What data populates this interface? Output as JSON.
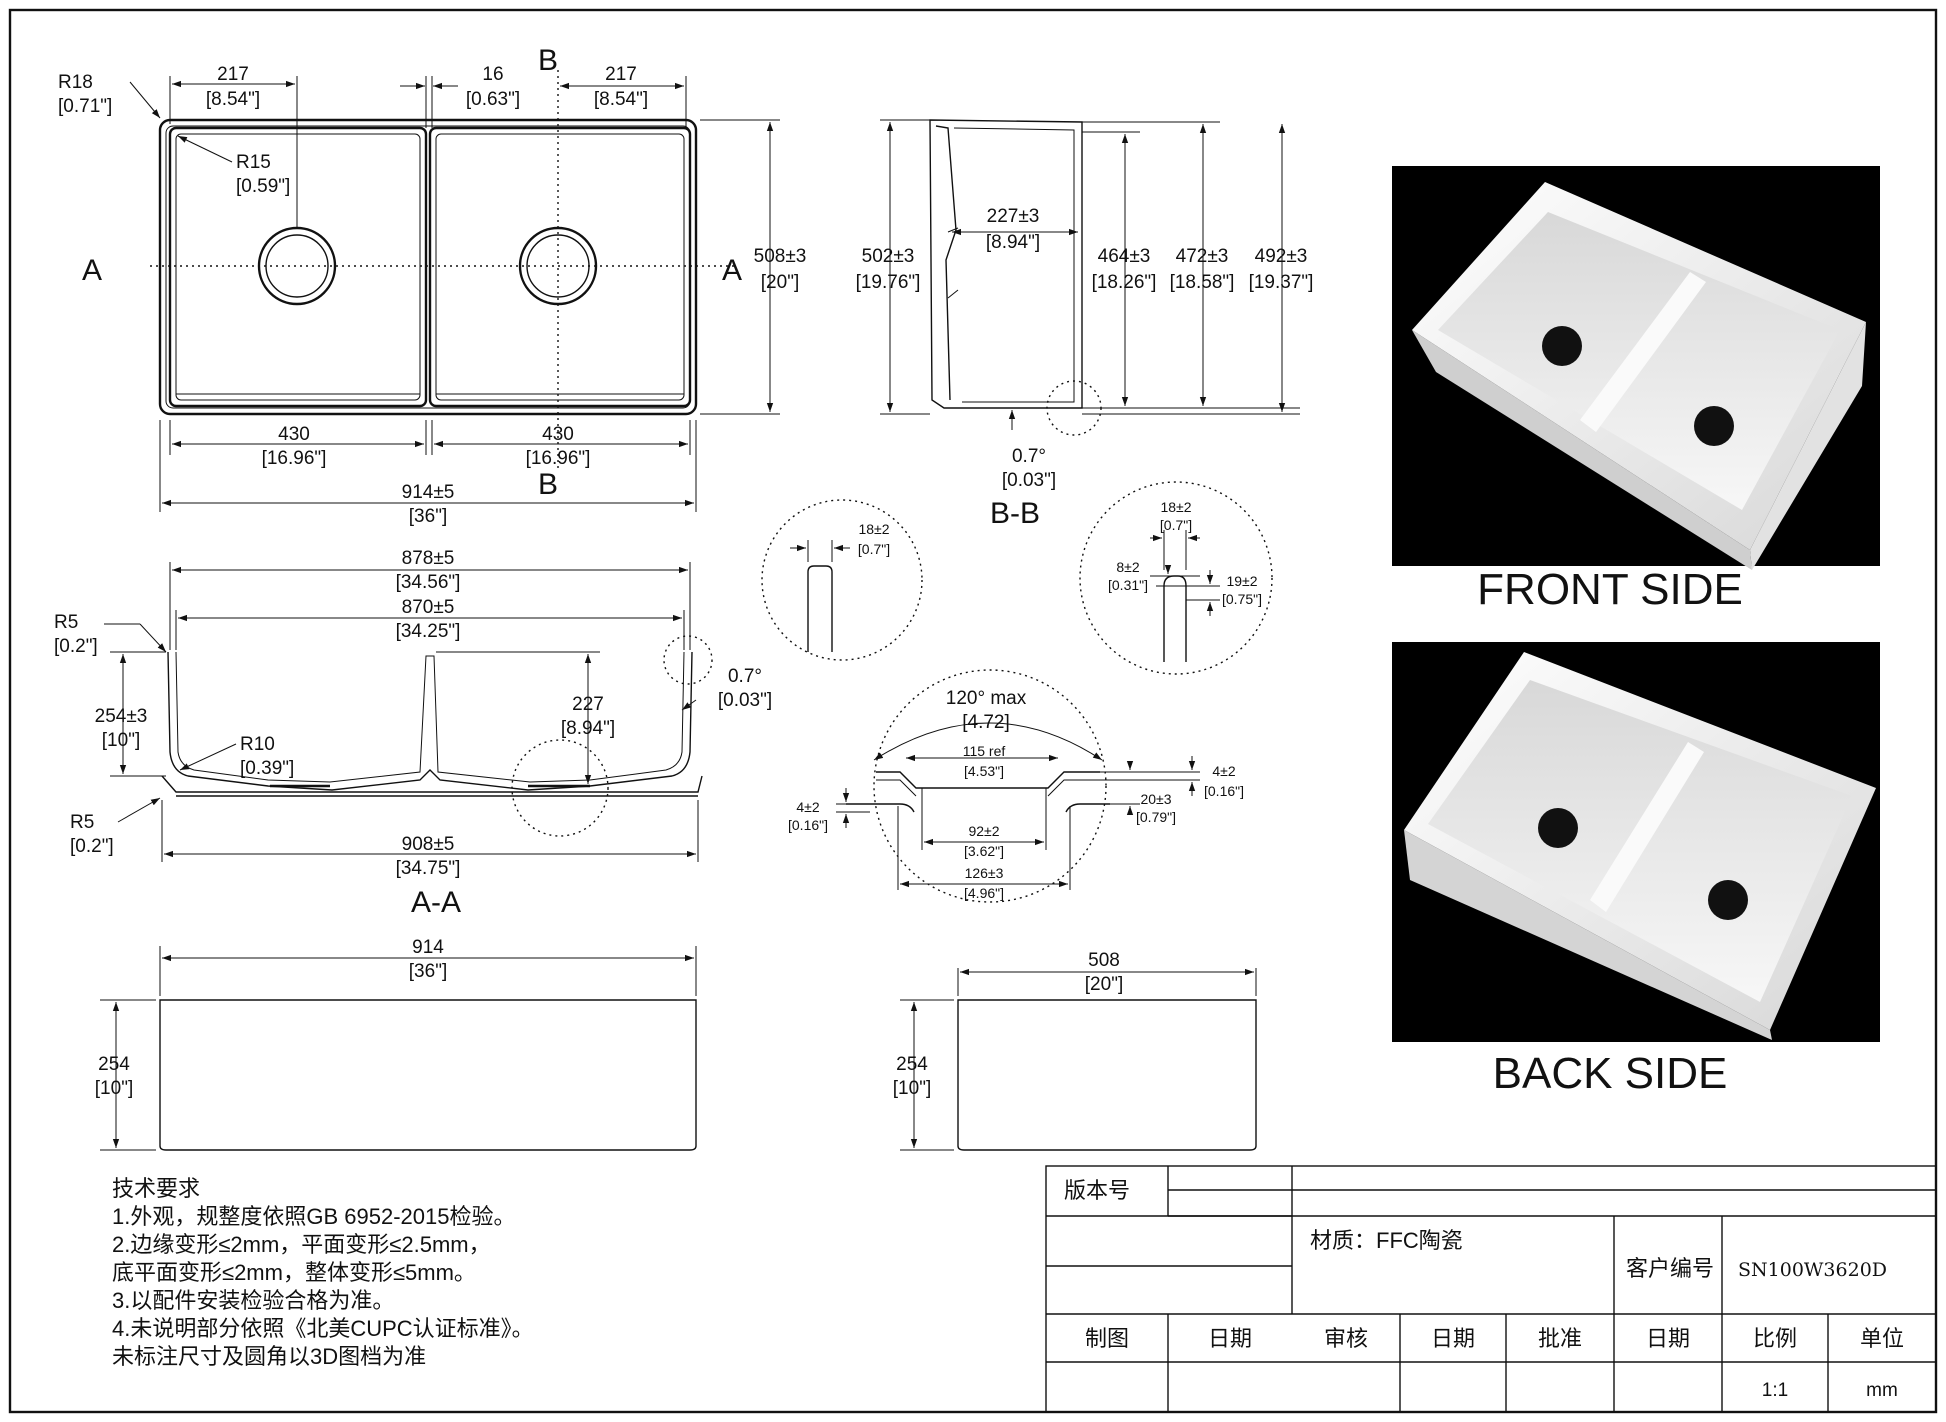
{
  "plan_view": {
    "corner_radius_outer": "R18",
    "corner_radius_outer_in": "[0.71\"]",
    "corner_radius_inner": "R15",
    "corner_radius_inner_in": "[0.59\"]",
    "bowl_width_left": "217",
    "bowl_width_left_in": "[8.54\"]",
    "divider": "16",
    "divider_in": "[0.63\"]",
    "bowl_width_right": "217",
    "bowl_width_right_in": "[8.54\"]",
    "section_b": "B",
    "section_a": "A",
    "depth": "508±3",
    "depth_in": "[20\"]",
    "bowl_left": "430",
    "bowl_left_in": "[16.96\"]",
    "bowl_right": "430",
    "bowl_right_in": "[16.96\"]",
    "overall": "914±5",
    "overall_in": "[36\"]"
  },
  "section_bb": {
    "title": "B-B",
    "d502": "502±3",
    "d502_in": "[19.76\"]",
    "d227": "227±3",
    "d227_in": "[8.94\"]",
    "d464": "464±3",
    "d464_in": "[18.26\"]",
    "d472": "472±3",
    "d472_in": "[18.58\"]",
    "d492": "492±3",
    "d492_in": "[19.37\"]",
    "angle": "0.7°",
    "angle_in": "[0.03\"]"
  },
  "section_aa": {
    "title": "A-A",
    "d878": "878±5",
    "d878_in": "[34.56\"]",
    "d870": "870±5",
    "d870_in": "[34.25\"]",
    "r5_top": "R5",
    "r5_top_in": "[0.2\"]",
    "d254": "254±3",
    "d254_in": "[10\"]",
    "r10": "R10",
    "r10_in": "[0.39\"]",
    "d227": "227",
    "d227_in": "[8.94\"]",
    "angle": "0.7°",
    "angle_in": "[0.03\"]",
    "r5_bot": "R5",
    "r5_bot_in": "[0.2\"]",
    "d908": "908±5",
    "d908_in": "[34.75\"]"
  },
  "detail_wall": {
    "t": "18±2",
    "t_in": "[0.7\"]"
  },
  "detail_edge": {
    "t": "18±2",
    "t_in": "[0.7\"]",
    "a": "8±2",
    "a_in": "[0.31\"]",
    "b": "19±2",
    "b_in": "[0.75\"]"
  },
  "detail_drain": {
    "angle": "120° max",
    "angle_in": "[4.72]",
    "ref": "115 ref",
    "ref_in": "[4.53\"]",
    "d4l": "4±2",
    "d4l_in": "[0.16\"]",
    "d4r": "4±2",
    "d4r_in": "[0.16\"]",
    "d20": "20±3",
    "d20_in": "[0.79\"]",
    "d92": "92±2",
    "d92_in": "[3.62\"]",
    "d126": "126±3",
    "d126_in": "[4.96\"]"
  },
  "front_elev": {
    "w": "914",
    "w_in": "[36\"]",
    "h": "254",
    "h_in": "[10\"]"
  },
  "side_elev": {
    "w": "508",
    "w_in": "[20\"]",
    "h": "254",
    "h_in": "[10\"]"
  },
  "renders": {
    "front_label": "FRONT  SIDE",
    "back_label": "BACK  SIDE"
  },
  "notes": [
    "技术要求",
    "1.外观，规整度依照GB 6952-2015检验。",
    "2.边缘变形≤2mm，平面变形≤2.5mm，",
    "底平面变形≤2mm，整体变形≤5mm。",
    "3.以配件安装检验合格为准。",
    "4.未说明部分依照《北美CUPC认证标准》。",
    "未标注尺寸及圆角以3D图档为准"
  ],
  "title_block": {
    "version_label": "版本号",
    "material": "材质：FFC陶瓷",
    "customer_code_label": "客户编号",
    "customer_code": "SN100W3620D",
    "headers": [
      "制图",
      "日期",
      "审核",
      "日期",
      "批准",
      "日期",
      "比例",
      "单位"
    ],
    "scale": "1:1",
    "unit": "mm"
  }
}
